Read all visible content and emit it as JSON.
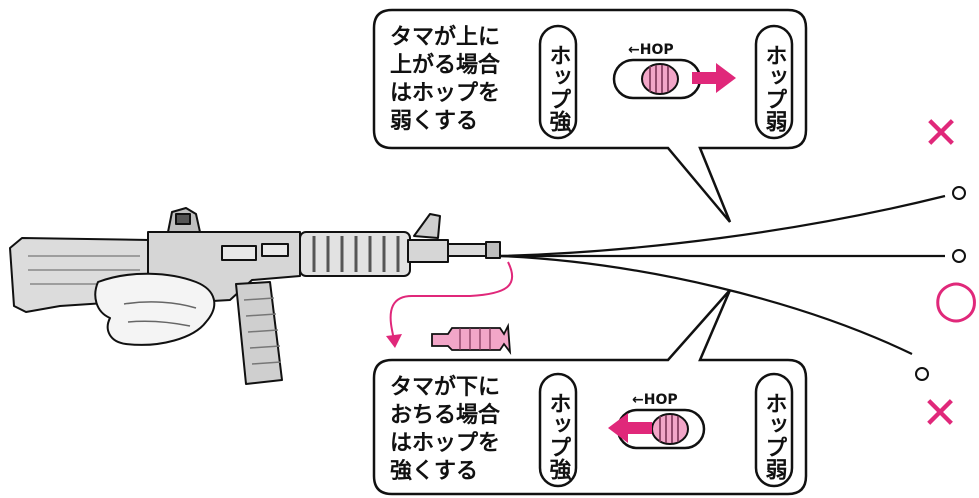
{
  "top_callout": {
    "lines": [
      "タマが上に",
      "上がる場合",
      "はホップを",
      "弱くする"
    ],
    "left_label": "ホップ強",
    "right_label": "ホップ弱",
    "hop_label": "←HOP"
  },
  "bottom_callout": {
    "lines": [
      "タマが下に",
      "おちる場合",
      "はホップを",
      "強くする"
    ],
    "left_label": "ホップ強",
    "right_label": "ホップ弱",
    "hop_label": "←HOP"
  },
  "markers": {
    "top": "✕",
    "middle": "○",
    "bottom": "✕"
  },
  "colors": {
    "accent": "#e0287a",
    "accent_light": "#f2a6c8",
    "line": "#111111",
    "rifle_fill": "#dedede",
    "rifle_dark": "#9a9a9a"
  }
}
